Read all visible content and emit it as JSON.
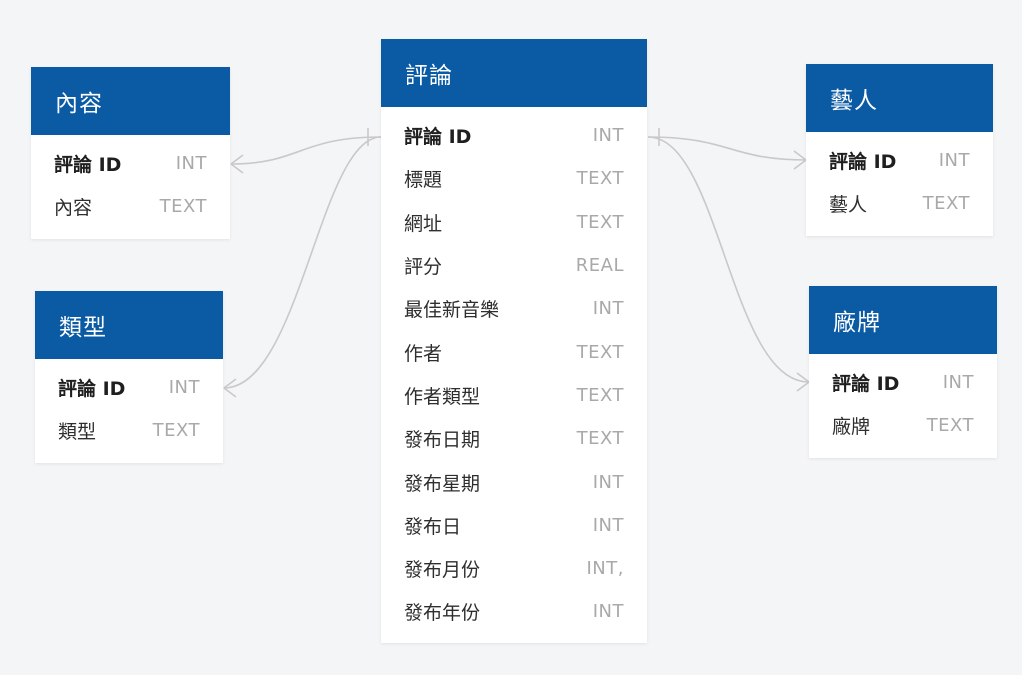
{
  "tables": {
    "review": {
      "title": "評論",
      "fields": [
        {
          "name": "評論 ID",
          "type": "INT"
        },
        {
          "name": "標題",
          "type": "TEXT"
        },
        {
          "name": "網址",
          "type": "TEXT"
        },
        {
          "name": "評分",
          "type": "REAL"
        },
        {
          "name": "最佳新音樂",
          "type": "INT"
        },
        {
          "name": "作者",
          "type": "TEXT"
        },
        {
          "name": "作者類型",
          "type": "TEXT"
        },
        {
          "name": "發布日期",
          "type": "TEXT"
        },
        {
          "name": "發布星期",
          "type": "INT"
        },
        {
          "name": "發布日",
          "type": "INT"
        },
        {
          "name": "發布月份",
          "type": "INT,"
        },
        {
          "name": "發布年份",
          "type": "INT"
        }
      ]
    },
    "content": {
      "title": "內容",
      "fields": [
        {
          "name": "評論 ID",
          "type": "INT"
        },
        {
          "name": "內容",
          "type": "TEXT"
        }
      ]
    },
    "genre": {
      "title": "類型",
      "fields": [
        {
          "name": "評論 ID",
          "type": "INT"
        },
        {
          "name": "類型",
          "type": "TEXT"
        }
      ]
    },
    "artist": {
      "title": "藝人",
      "fields": [
        {
          "name": "評論 ID",
          "type": "INT"
        },
        {
          "name": "藝人",
          "type": "TEXT"
        }
      ]
    },
    "label": {
      "title": "廠牌",
      "fields": [
        {
          "name": "評論 ID",
          "type": "INT"
        },
        {
          "name": "廠牌",
          "type": "TEXT"
        }
      ]
    }
  },
  "relationships": [
    {
      "from": "review",
      "to": "content",
      "cardinality": "one-to-many"
    },
    {
      "from": "review",
      "to": "genre",
      "cardinality": "one-to-many"
    },
    {
      "from": "review",
      "to": "artist",
      "cardinality": "one-to-many"
    },
    {
      "from": "review",
      "to": "label",
      "cardinality": "one-to-many"
    }
  ],
  "colors": {
    "header": "#0a5aa4",
    "connector": "#c9c9c9",
    "background": "#f4f5f6"
  }
}
